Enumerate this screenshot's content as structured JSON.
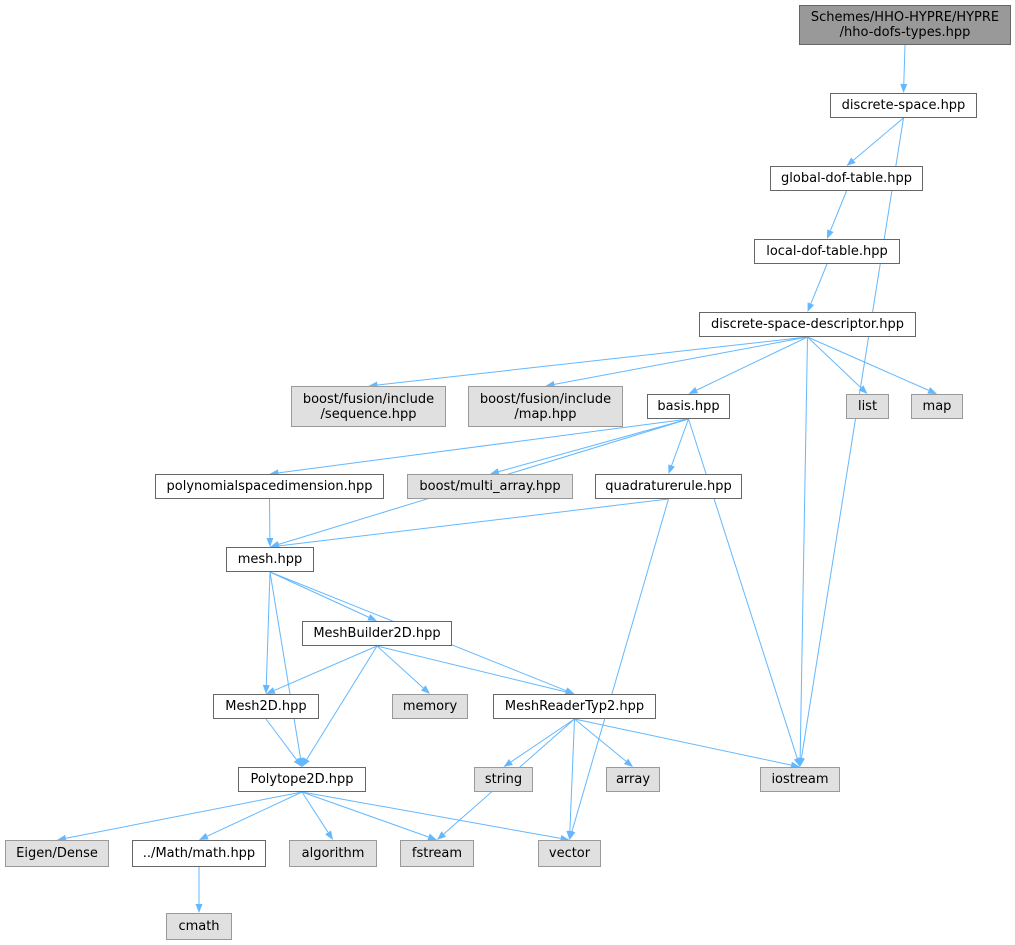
{
  "graph": {
    "edge_color": "#63b8ff",
    "nodes": [
      {
        "id": "root",
        "kind": "root",
        "lines": [
          "Schemes/HHO-HYPRE/HYPRE",
          "/hho-dofs-types.hpp"
        ]
      },
      {
        "id": "discrete_space",
        "kind": "file",
        "lines": [
          "discrete-space.hpp"
        ]
      },
      {
        "id": "global_dof_table",
        "kind": "file",
        "lines": [
          "global-dof-table.hpp"
        ]
      },
      {
        "id": "local_dof_table",
        "kind": "file",
        "lines": [
          "local-dof-table.hpp"
        ]
      },
      {
        "id": "discrete_space_descriptor",
        "kind": "file",
        "lines": [
          "discrete-space-descriptor.hpp"
        ]
      },
      {
        "id": "boost_fusion_sequence",
        "kind": "ext",
        "lines": [
          "boost/fusion/include",
          "/sequence.hpp"
        ]
      },
      {
        "id": "boost_fusion_map",
        "kind": "ext",
        "lines": [
          "boost/fusion/include",
          "/map.hpp"
        ]
      },
      {
        "id": "basis",
        "kind": "file",
        "lines": [
          "basis.hpp"
        ]
      },
      {
        "id": "list",
        "kind": "ext",
        "lines": [
          "list"
        ]
      },
      {
        "id": "map",
        "kind": "ext",
        "lines": [
          "map"
        ]
      },
      {
        "id": "polynomialspacedimension",
        "kind": "file",
        "lines": [
          "polynomialspacedimension.hpp"
        ]
      },
      {
        "id": "boost_multi_array",
        "kind": "ext",
        "lines": [
          "boost/multi_array.hpp"
        ]
      },
      {
        "id": "quadraturerule",
        "kind": "file",
        "lines": [
          "quadraturerule.hpp"
        ]
      },
      {
        "id": "mesh",
        "kind": "file",
        "lines": [
          "mesh.hpp"
        ]
      },
      {
        "id": "meshbuilder2d",
        "kind": "file",
        "lines": [
          "MeshBuilder2D.hpp"
        ]
      },
      {
        "id": "mesh2d",
        "kind": "file",
        "lines": [
          "Mesh2D.hpp"
        ]
      },
      {
        "id": "memory",
        "kind": "ext",
        "lines": [
          "memory"
        ]
      },
      {
        "id": "meshreadertyp2",
        "kind": "file",
        "lines": [
          "MeshReaderTyp2.hpp"
        ]
      },
      {
        "id": "polytope2d",
        "kind": "file",
        "lines": [
          "Polytope2D.hpp"
        ]
      },
      {
        "id": "string",
        "kind": "ext",
        "lines": [
          "string"
        ]
      },
      {
        "id": "array",
        "kind": "ext",
        "lines": [
          "array"
        ]
      },
      {
        "id": "iostream",
        "kind": "ext",
        "lines": [
          "iostream"
        ]
      },
      {
        "id": "eigen_dense",
        "kind": "ext",
        "lines": [
          "Eigen/Dense"
        ]
      },
      {
        "id": "math",
        "kind": "file",
        "lines": [
          "../Math/math.hpp"
        ]
      },
      {
        "id": "algorithm",
        "kind": "ext",
        "lines": [
          "algorithm"
        ]
      },
      {
        "id": "fstream",
        "kind": "ext",
        "lines": [
          "fstream"
        ]
      },
      {
        "id": "vector",
        "kind": "ext",
        "lines": [
          "vector"
        ]
      },
      {
        "id": "cmath",
        "kind": "ext",
        "lines": [
          "cmath"
        ]
      }
    ],
    "edges": [
      [
        "root",
        "discrete_space"
      ],
      [
        "discrete_space",
        "global_dof_table"
      ],
      [
        "discrete_space",
        "iostream"
      ],
      [
        "global_dof_table",
        "local_dof_table"
      ],
      [
        "local_dof_table",
        "discrete_space_descriptor"
      ],
      [
        "discrete_space_descriptor",
        "boost_fusion_sequence"
      ],
      [
        "discrete_space_descriptor",
        "boost_fusion_map"
      ],
      [
        "discrete_space_descriptor",
        "basis"
      ],
      [
        "discrete_space_descriptor",
        "list"
      ],
      [
        "discrete_space_descriptor",
        "map"
      ],
      [
        "discrete_space_descriptor",
        "iostream"
      ],
      [
        "basis",
        "polynomialspacedimension"
      ],
      [
        "basis",
        "boost_multi_array"
      ],
      [
        "basis",
        "quadraturerule"
      ],
      [
        "basis",
        "mesh"
      ],
      [
        "basis",
        "iostream"
      ],
      [
        "polynomialspacedimension",
        "mesh"
      ],
      [
        "quadraturerule",
        "mesh"
      ],
      [
        "quadraturerule",
        "vector"
      ],
      [
        "mesh",
        "meshbuilder2d"
      ],
      [
        "mesh",
        "mesh2d"
      ],
      [
        "mesh",
        "meshreadertyp2"
      ],
      [
        "mesh",
        "polytope2d"
      ],
      [
        "meshbuilder2d",
        "mesh2d"
      ],
      [
        "meshbuilder2d",
        "memory"
      ],
      [
        "meshbuilder2d",
        "meshreadertyp2"
      ],
      [
        "meshbuilder2d",
        "polytope2d"
      ],
      [
        "mesh2d",
        "polytope2d"
      ],
      [
        "meshreadertyp2",
        "string"
      ],
      [
        "meshreadertyp2",
        "array"
      ],
      [
        "meshreadertyp2",
        "iostream"
      ],
      [
        "meshreadertyp2",
        "fstream"
      ],
      [
        "meshreadertyp2",
        "vector"
      ],
      [
        "polytope2d",
        "eigen_dense"
      ],
      [
        "polytope2d",
        "math"
      ],
      [
        "polytope2d",
        "algorithm"
      ],
      [
        "polytope2d",
        "fstream"
      ],
      [
        "polytope2d",
        "vector"
      ],
      [
        "math",
        "cmath"
      ]
    ]
  }
}
